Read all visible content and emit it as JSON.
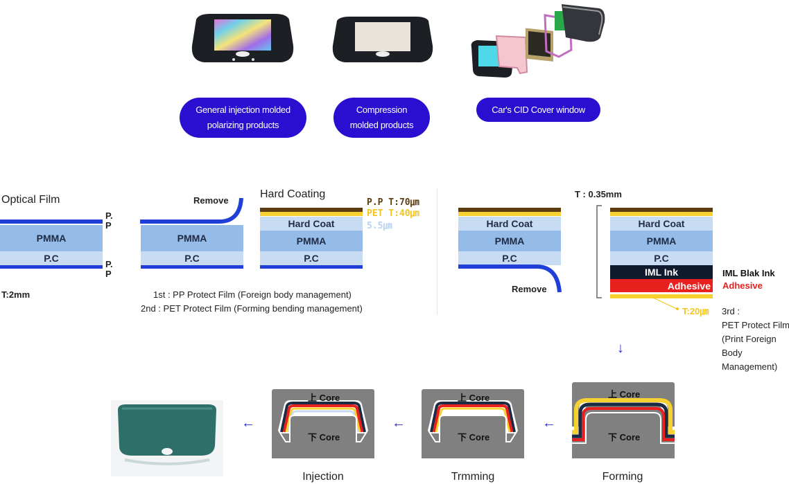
{
  "products": [
    {
      "label_line1": "General injection molded",
      "label_line2": "polarizing products"
    },
    {
      "label_line1": "Compression",
      "label_line2": "molded products"
    },
    {
      "label_line1": "Car's CID Cover window",
      "label_line2": ""
    }
  ],
  "stack1": {
    "title": "Optical Film",
    "pp_top": "P.\nP",
    "pp_bottom": "P.\nP",
    "pmma": "PMMA",
    "pc": "P.C",
    "thickness": "T:2mm"
  },
  "stack2": {
    "remove": "Remove",
    "pmma": "PMMA",
    "pc": "P.C"
  },
  "stack3": {
    "title": "Hard Coating",
    "hardcoat": "Hard Coat",
    "pmma": "PMMA",
    "pc": "P.C",
    "legend_pp": "P.P T:70㎛",
    "legend_pet": "PET T:40㎛",
    "legend_hc": "5.5㎛"
  },
  "notes": {
    "line1": "1st : PP Protect Film (Foreign body management)",
    "line2": "2nd : PET Protect Film (Forming bending management)"
  },
  "stack4": {
    "hardcoat": "Hard Coat",
    "pmma": "PMMA",
    "pc": "P.C",
    "remove": "Remove"
  },
  "stack5": {
    "thickness": "T : 0.35mm",
    "hardcoat": "Hard Coat",
    "pmma": "PMMA",
    "pc": "P.C",
    "iml_ink": "IML Ink",
    "adhesive": "Adhesive",
    "t20": "T:20㎛",
    "side_ink": "IML Blak Ink",
    "side_adhesive": "Adhesive",
    "third_1": "3rd :",
    "third_2": "PET Protect Film",
    "third_3": "(Print Foreign",
    "third_4": "Body",
    "third_5": "Management)"
  },
  "arrows": {
    "down": "↓",
    "left": "←"
  },
  "molds": [
    {
      "top": "上 Core",
      "bottom": "下 Core",
      "label": "Injection"
    },
    {
      "top": "上 Core",
      "bottom": "下 Core",
      "label": "Trmming"
    },
    {
      "top": "上 Core",
      "bottom": "下 Core",
      "label": "Forming"
    }
  ],
  "colors": {
    "accent": "#2a0fd0",
    "blue_film": "#1f3fd6",
    "pmma": "#95bce9",
    "pc": "#c7dcf3",
    "pp": "#5c3d12",
    "pet": "#f7d12f",
    "ink": "#0f1a2e",
    "adhesive": "#e8201e",
    "mold": "#808080"
  }
}
